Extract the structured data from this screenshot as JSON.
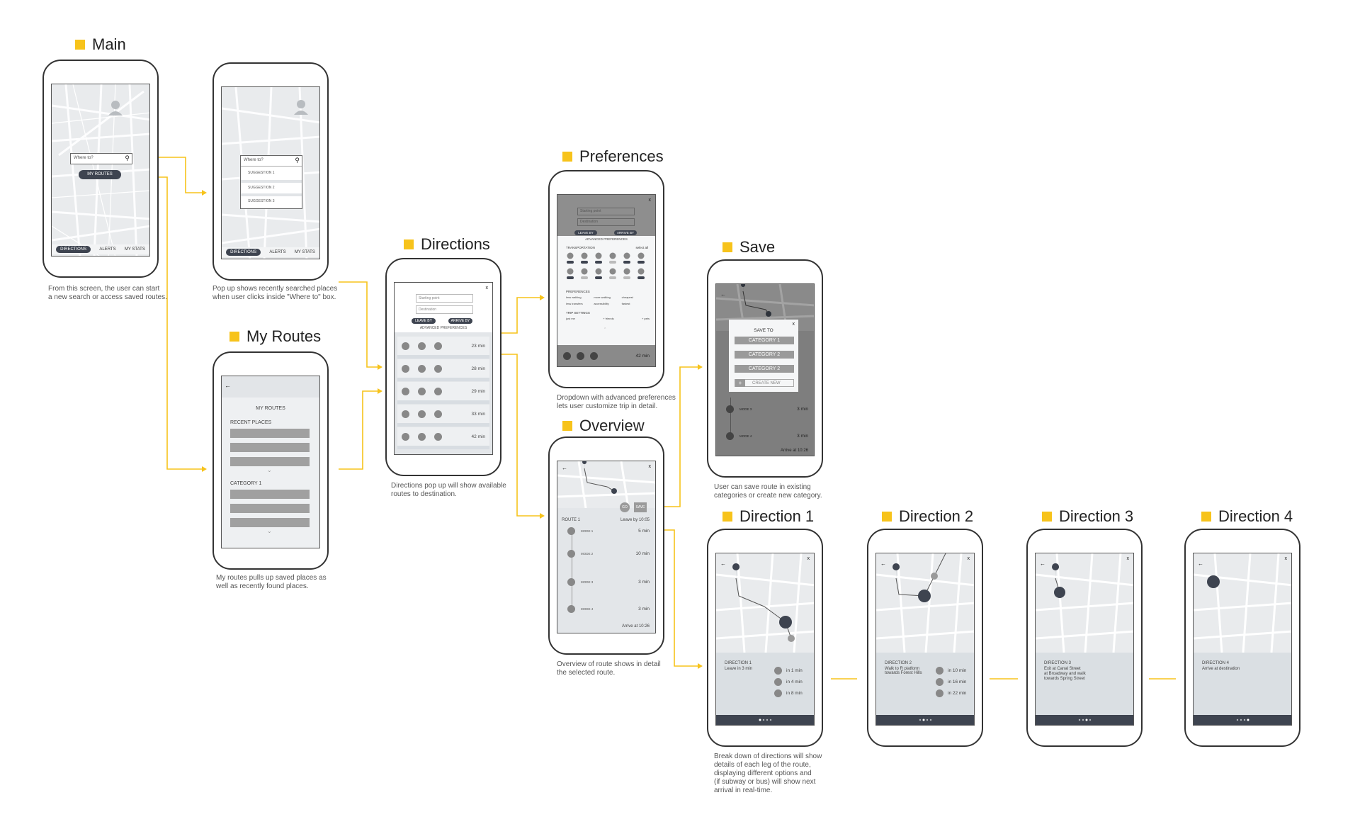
{
  "colors": {
    "accent": "#f7c31b",
    "dark": "#3e4450",
    "gray": "#9a9a9a",
    "map_bg": "#e9ebed"
  },
  "sections": {
    "main": "Main",
    "my_routes": "My Routes",
    "directions": "Directions",
    "preferences": "Preferences",
    "overview": "Overview",
    "save": "Save",
    "direction1": "Direction 1",
    "direction2": "Direction 2",
    "direction3": "Direction 3",
    "direction4": "Direction 4"
  },
  "captions": {
    "main": "From this screen, the user can start\na new search or access saved routes.",
    "popup": "Pop up shows recently searched places\nwhen user clicks inside \"Where to\" box.",
    "my_routes": "My routes pulls up saved places as\nwell as recently found places.",
    "directions": "Directions pop up will show available\nroutes to destination.",
    "preferences": "Dropdown with advanced preferences\nlets user customize trip in detail.",
    "overview": "Overview of route shows in detail\nthe selected route.",
    "save": "User can save route in existing\ncategories or create new category.",
    "direction1": "Break down of directions will show\ndetails of each leg of the route,\ndisplaying different options and\n(if subway or bus) will show next\narrival in real-time."
  },
  "main_screen": {
    "search_placeholder": "Where to?",
    "my_routes_btn": "MY ROUTES",
    "nav": [
      "DIRECTIONS",
      "ALERTS",
      "MY STATS"
    ]
  },
  "popup_screen": {
    "search_placeholder": "Where to?",
    "suggestions": [
      "SUGGESTION 1",
      "SUGGESTION 2",
      "SUGGESTION 3"
    ],
    "nav": [
      "DIRECTIONS",
      "ALERTS",
      "MY STATS"
    ]
  },
  "my_routes_screen": {
    "title": "MY ROUTES",
    "recent": "RECENT PLACES",
    "category": "CATEGORY 1"
  },
  "directions_screen": {
    "start": "Starting point",
    "dest": "Destination",
    "leave": "LEAVE BY",
    "arrive": "ARRIVE BY",
    "advanced": "ADVANCED PREFERENCES",
    "times": [
      "23 min",
      "28 min",
      "29 min",
      "33 min",
      "42 min"
    ],
    "close": "x"
  },
  "preferences_screen": {
    "start": "Starting point",
    "dest": "Destination",
    "leave": "LEAVE BY",
    "arrive": "ARRIVE BY",
    "advanced": "ADVANCED PREFERENCES",
    "transportation": "TRANSPORTATION",
    "select_all": "select all",
    "preferences": "PREFERENCES",
    "prefs": [
      "less walking",
      "more walking",
      "cheapest",
      "less transfers",
      "accessibility",
      "fastest"
    ],
    "trip_settings": "TRIP SETTINGS",
    "trip": [
      "just me",
      "+ friends",
      "+ pets"
    ],
    "time": "42 min",
    "close": "x"
  },
  "overview_screen": {
    "go": "GO",
    "save": "SAVE",
    "route": "ROUTE 1",
    "leave": "Leave by 10:05",
    "modes": [
      "MODE 1",
      "MODE 2",
      "MODE 3",
      "MODE 4"
    ],
    "times": [
      "5 min",
      "10 min",
      "3 min",
      "3 min"
    ],
    "arrive": "Arrive at 10:26",
    "close": "x"
  },
  "save_screen": {
    "title": "SAVE TO",
    "categories": [
      "CATEGORY 1",
      "CATEGORY 2",
      "CATEGORY 2"
    ],
    "create": "CREATE NEW",
    "plus": "+",
    "close": "x",
    "modes": [
      "MODE 3",
      "MODE 4"
    ],
    "times": [
      "3 min",
      "3 min"
    ],
    "arrive": "Arrive at 10:26"
  },
  "direction_screens": [
    {
      "title": "DIRECTION 1",
      "text": "Leave in 3 min",
      "times": [
        "in 1 min",
        "in 4 min",
        "in 8 min"
      ],
      "close": "x"
    },
    {
      "title": "DIRECTION 2",
      "text": "Walk to R platform\ntowards Forest Hills",
      "times": [
        "in 10 min",
        "in 16 min",
        "in 22 min"
      ],
      "close": "x"
    },
    {
      "title": "DIRECTION 3",
      "text": "Exit at Canal Street\nat Broadway and walk\ntowards Spring Street",
      "times": [],
      "close": "x"
    },
    {
      "title": "DIRECTION 4",
      "text": "Arrive at destination",
      "times": [],
      "close": "x"
    }
  ]
}
